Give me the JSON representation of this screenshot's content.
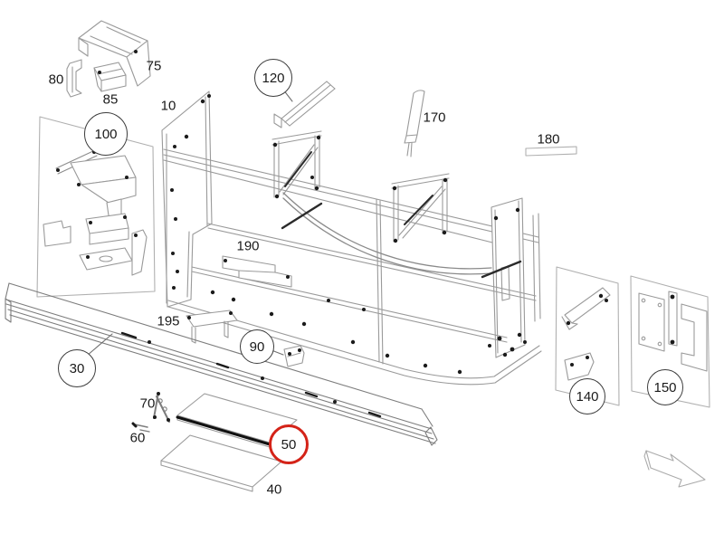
{
  "diagram": {
    "type": "exploded-parts-diagram",
    "background": "#ffffff",
    "colors": {
      "line": "#9a9a9a",
      "dark_line": "#2a2a2a",
      "bolt": "#1b1b1b",
      "label_text": "#1a1a1a",
      "callout_circle_stroke": "#3c3c3c",
      "highlight_circle_stroke": "#d42318"
    },
    "highlighted_callout": "50",
    "callouts": [
      {
        "label": "80",
        "style": "plain"
      },
      {
        "label": "85",
        "style": "plain"
      },
      {
        "label": "75",
        "style": "plain"
      },
      {
        "label": "100",
        "style": "circle"
      },
      {
        "label": "10",
        "style": "plain"
      },
      {
        "label": "120",
        "style": "circle"
      },
      {
        "label": "170",
        "style": "plain"
      },
      {
        "label": "180",
        "style": "plain"
      },
      {
        "label": "190",
        "style": "plain"
      },
      {
        "label": "195",
        "style": "plain"
      },
      {
        "label": "90",
        "style": "circle"
      },
      {
        "label": "30",
        "style": "circle"
      },
      {
        "label": "70",
        "style": "plain"
      },
      {
        "label": "60",
        "style": "plain"
      },
      {
        "label": "50",
        "style": "highlight-circle"
      },
      {
        "label": "40",
        "style": "plain"
      },
      {
        "label": "140",
        "style": "circle"
      },
      {
        "label": "150",
        "style": "circle"
      }
    ],
    "icons": {
      "direction_arrow": "3d-arrow-pointing-lower-right"
    }
  }
}
